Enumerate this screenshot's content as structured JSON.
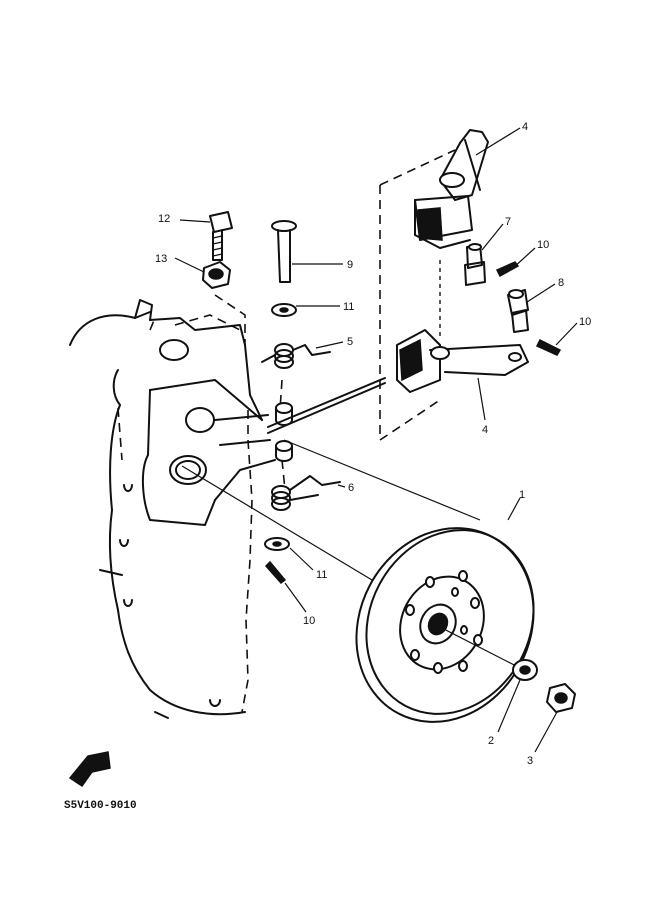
{
  "diagram": {
    "callouts": {
      "c4_top": "4",
      "c4_bottom": "4",
      "c7": "7",
      "c10_a": "10",
      "c8": "8",
      "c10_b": "10",
      "c12": "12",
      "c13": "13",
      "c9": "9",
      "c11_a": "11",
      "c5": "5",
      "c6": "6",
      "c11_b": "11",
      "c10_c": "10",
      "c1": "1",
      "c2": "2",
      "c3": "3"
    },
    "drawing_code": "S5V100-9010",
    "colors": {
      "ink": "#111111",
      "paper": "#ffffff"
    }
  }
}
